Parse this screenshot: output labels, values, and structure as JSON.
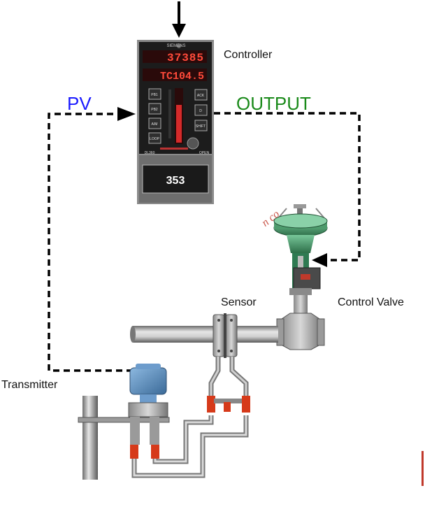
{
  "labels": {
    "controller": "Controller",
    "pv": "PV",
    "output": "OUTPUT",
    "sensor": "Sensor",
    "control_valve": "Control Valve",
    "transmitter": "Transmitter"
  },
  "controller_display": {
    "brand": "SIEMENS",
    "top_value": "37385",
    "middle_value": "TC104.5",
    "bottom_value": "353",
    "buttons": [
      "PB1",
      "PB2",
      "A/M",
      "LOOP"
    ],
    "right_buttons": [
      "ACK",
      "D",
      "SHIFT"
    ],
    "bottom_left_text": "DL360",
    "bottom_right_text": "OPEN"
  },
  "watermark": "n co",
  "colors": {
    "pv": "#1a1aff",
    "output": "#1a8a1a",
    "loop_line": "#000000",
    "valve_green": "#3a8a5a",
    "transmitter_blue": "#4f86b8",
    "fitting_red": "#d63a1a"
  }
}
